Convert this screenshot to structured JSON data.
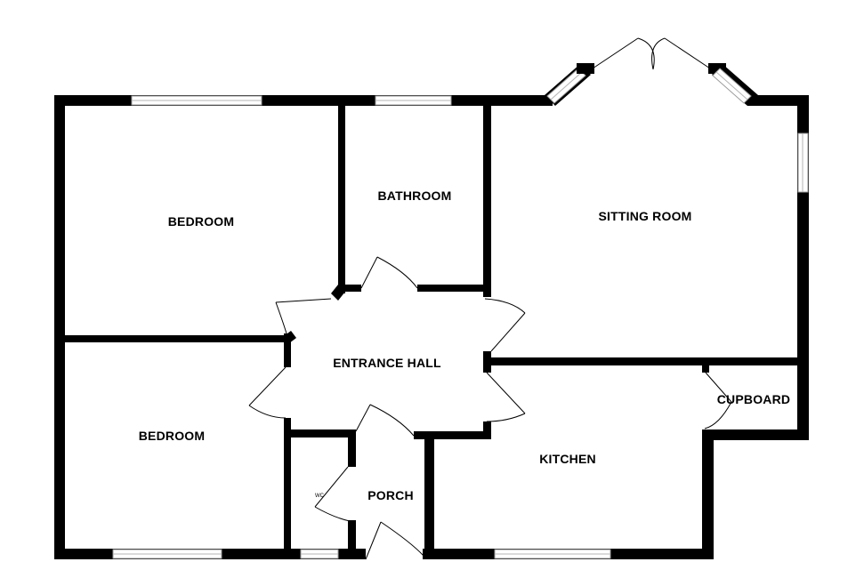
{
  "floorplan": {
    "rooms": {
      "bedroom_1": "BEDROOM",
      "bedroom_2": "BEDROOM",
      "bathroom": "BATHROOM",
      "sitting_room": "SITTING ROOM",
      "entrance_hall": "ENTRANCE HALL",
      "kitchen": "KITCHEN",
      "cupboard": "CUPBOARD",
      "porch": "PORCH",
      "wc": "WC"
    }
  }
}
